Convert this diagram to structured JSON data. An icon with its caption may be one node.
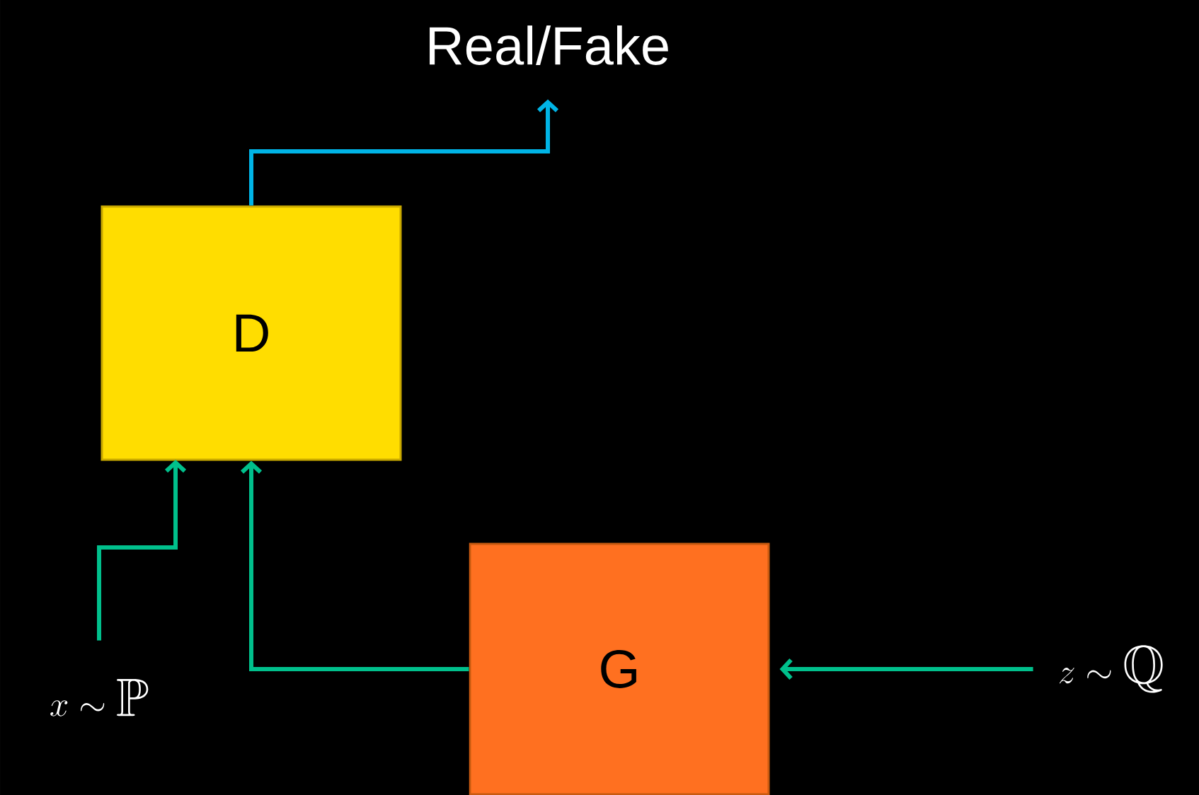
{
  "diagram": {
    "nodes": [
      {
        "text": [
          "Real/Fake"
        ]
      },
      {
        "text": [
          "D"
        ]
      },
      {
        "text": [
          "G"
        ]
      },
      {
        "text": [
          "x \\sim \\mathbb{P}"
        ]
      },
      {
        "text": [
          "z \\sim\\mathbb{Q}"
        ]
      }
    ],
    "edges": [
      {
        "from": 1,
        "to": 0,
        "arrow": "to",
        "color": "#00b4e6"
      },
      {
        "from": 3,
        "to": 1,
        "arrow": "to"
      },
      {
        "from": 2,
        "to": 1,
        "arrow": "to"
      },
      {
        "from": 4,
        "to": 2,
        "arrow": "to"
      }
    ]
  }
}
